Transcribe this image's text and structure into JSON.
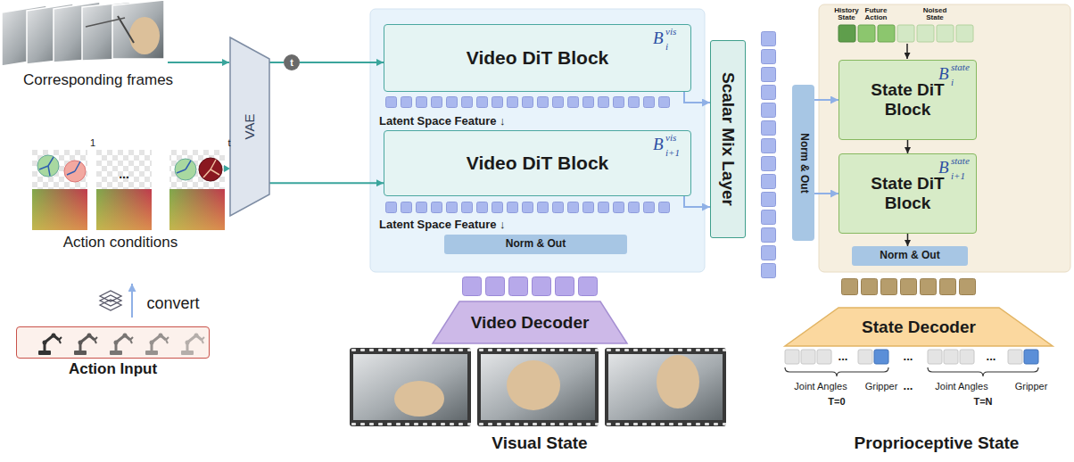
{
  "diagram": {
    "nodes": [
      {
        "text": [
          "Action Input"
        ]
      },
      {
        "text": [
          "VAE"
        ]
      },
      {
        "text": [
          "t"
        ]
      },
      {
        "text": [
          "Latent Space Feature ↓",
          "Latent Space Feature ↓"
        ]
      },
      {
        "text": [
          "Video DiT Block",
          "B",
          "vis",
          "i"
        ],
        "in": 3
      },
      {
        "text": [
          "Video DiT Block",
          "B",
          "vis",
          "i+1"
        ],
        "in": 3
      },
      {
        "text": [
          "Norm & Out"
        ],
        "in": 3
      },
      {
        "text": [
          "Video Decoder"
        ]
      },
      {
        "text": [
          "Scalar Mix Layer"
        ]
      },
      {
        "text": [
          "Norm & Out"
        ]
      },
      {
        "text": [
          "History State",
          "Future Action",
          "Noised State"
        ]
      },
      {
        "text": [
          "State DiT Block",
          "B",
          "state",
          "i"
        ],
        "in": 10
      },
      {
        "text": [
          "State DiT Block",
          "B",
          "state",
          "i+1"
        ],
        "in": 10
      },
      {
        "text": [
          "Norm & Out"
        ],
        "in": 10
      },
      {
        "text": [
          "State Decoder"
        ]
      }
    ],
    "edges": [
      {
        "from": 1,
        "to": 2,
        "arrow": "none"
      },
      {
        "from": 2,
        "to": 4,
        "arrow": "to"
      },
      {
        "from": 1,
        "to": 5,
        "arrow": "to"
      },
      {
        "from": 4,
        "to": 8,
        "arrow": "to"
      },
      {
        "from": 5,
        "to": 8,
        "arrow": "to"
      },
      {
        "from": 9,
        "to": 11,
        "arrow": "to"
      },
      {
        "from": 9,
        "to": 12,
        "arrow": "to"
      },
      {
        "from": 11,
        "to": 12,
        "arrow": "to"
      },
      {
        "from": 12,
        "to": 13,
        "arrow": "to"
      }
    ],
    "labels": [
      "Corresponding frames",
      "1",
      "...",
      "t",
      "Action conditions",
      "convert",
      "Visual State",
      "...",
      "...",
      "...",
      "Joint Angles",
      "Gripper",
      "T=0",
      "...",
      "Joint Angles",
      "Gripper",
      "T=N",
      "Proprioceptive State"
    ]
  }
}
